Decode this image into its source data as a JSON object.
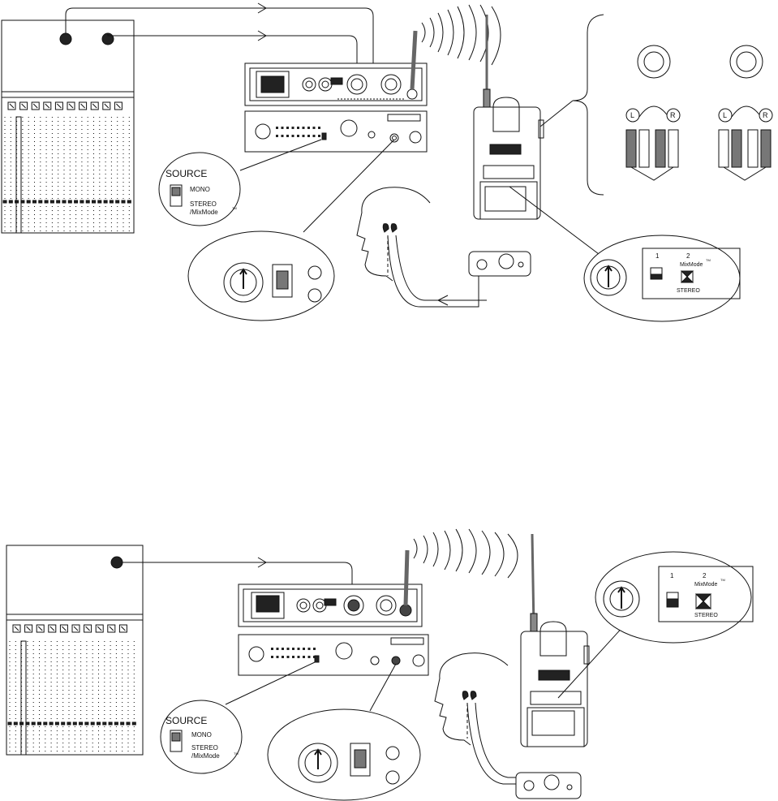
{
  "diagram_1": {
    "source_callout": {
      "heading": "SOURCE",
      "mono": "MONO",
      "stereo": "STEREO",
      "mixmode": "/MixMode",
      "tm": "TM"
    },
    "receiver_callout": {
      "switch_1": "1",
      "switch_2": "2",
      "mixmode": "MixMode",
      "tm": "TM",
      "stereo": "STEREO"
    },
    "earphone_left": "L",
    "earphone_right": "R"
  },
  "diagram_2": {
    "source_callout": {
      "heading": "SOURCE",
      "mono": "MONO",
      "stereo": "STEREO",
      "mixmode": "/MixMode",
      "tm": "TM"
    },
    "receiver_callout": {
      "switch_1": "1",
      "switch_2": "2",
      "mixmode": "MixMode",
      "tm": "TM",
      "stereo": "STEREO"
    }
  },
  "colors": {
    "line": "#111111",
    "fill": "#ffffff",
    "shade": "#777777",
    "dark": "#333333"
  }
}
